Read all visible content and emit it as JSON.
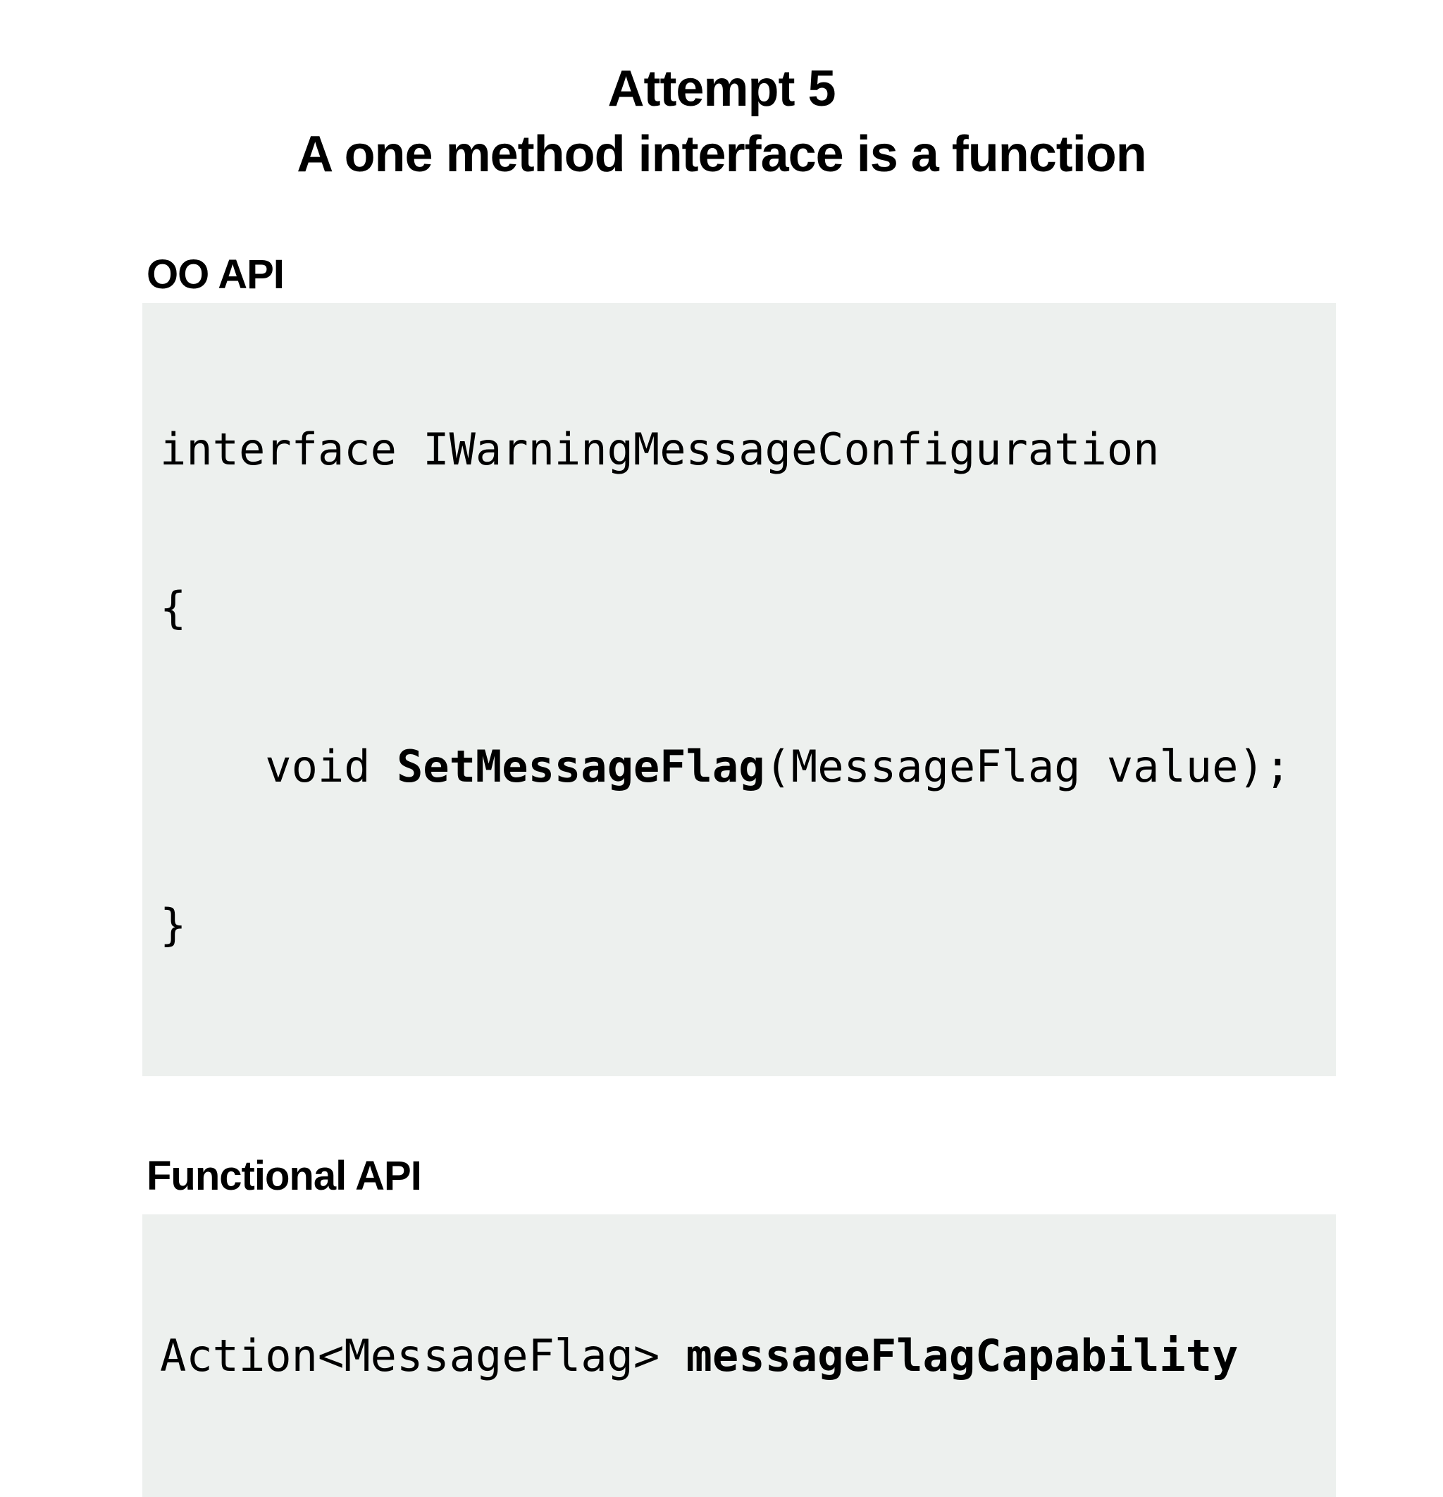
{
  "slide_title": {
    "line1": "Attempt 5",
    "line2": "A one method interface is a function"
  },
  "oo_api": {
    "heading": "OO API",
    "code": {
      "line1": "interface IWarningMessageConfiguration",
      "line2": "{",
      "line3_indent_and_keyword": "    void ",
      "line3_method_name_bold": "SetMessageFlag",
      "line3_parameters": "(MessageFlag value);",
      "line4": "}"
    }
  },
  "functional_api": {
    "heading": "Functional API",
    "code": {
      "type_declaration": "Action<MessageFlag> ",
      "variable_name_bold": "messageFlagCapability"
    }
  },
  "colors": {
    "page_background": "#ffffff",
    "code_block_background": "#edf0ee",
    "text": "#000000"
  }
}
